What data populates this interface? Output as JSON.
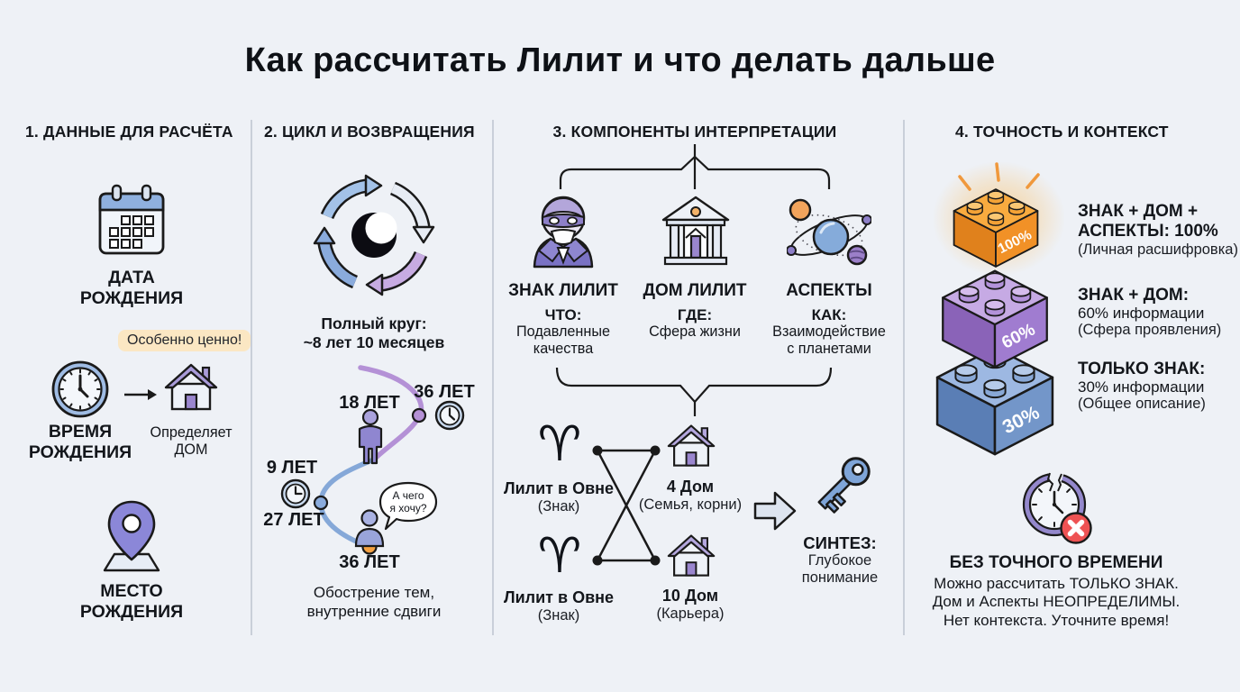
{
  "title": "Как рассчитать Лилит и что делать дальше",
  "col1": {
    "header": "1. ДАННЫЕ ДЛЯ РАСЧЁТА",
    "date_label": "ДАТА\nРОЖДЕНИЯ",
    "badge": "Особенно ценно!",
    "time_label": "ВРЕМЯ\nРОЖДЕНИЯ",
    "house_note": "Определяет\nДОМ",
    "place_label": "МЕСТО\nРОЖДЕНИЯ"
  },
  "col2": {
    "header": "2. ЦИКЛ И ВОЗВРАЩЕНИЯ",
    "cycle_caption": "Полный круг:\n~8 лет 10 месяцев",
    "ages": {
      "a18": "18 ЛЕТ",
      "a36_top": "36 ЛЕТ",
      "a9": "9 ЛЕТ",
      "a27": "27 ЛЕТ",
      "a36_bottom": "36 ЛЕТ"
    },
    "bubble": "А чего\nя хочу?",
    "footer": "Обострение тем,\nвнутренние сдвиги"
  },
  "col3": {
    "header": "3. КОМПОНЕНТЫ ИНТЕРПРЕТАЦИИ",
    "components": [
      {
        "title": "ЗНАК ЛИЛИТ",
        "question": "ЧТО:",
        "desc": "Подавленные\nкачества"
      },
      {
        "title": "ДОМ ЛИЛИТ",
        "question": "ГДЕ:",
        "desc": "Сфера жизни"
      },
      {
        "title": "АСПЕКТЫ",
        "question": "КАК:",
        "desc": "Взаимодействие\nс планетами"
      }
    ],
    "example": {
      "aries_glyph": "♈",
      "sign1": "Лилит в Овне",
      "sign1_sub": "(Знак)",
      "house1": "4 Дом",
      "house1_sub": "(Семья, корни)",
      "sign2": "Лилит в Овне",
      "sign2_sub": "(Знак)",
      "house2": "10 Дом",
      "house2_sub": "(Карьера)"
    },
    "synthesis_title": "СИНТЕЗ:",
    "synthesis_desc": "Глубокое\nпонимание"
  },
  "col4": {
    "header": "4. ТОЧНОСТЬ И КОНТЕКСТ",
    "bricks": [
      {
        "percent": "100%"
      },
      {
        "percent": "60%"
      },
      {
        "percent": "30%"
      }
    ],
    "tiers": [
      {
        "title": "ЗНАК + ДОМ +\nАСПЕКТЫ: 100%",
        "info": "",
        "sub": "(Личная расшифровка)"
      },
      {
        "title": "ЗНАК + ДОМ:",
        "info": "60% информации",
        "sub": "(Сфера проявления)"
      },
      {
        "title": "ТОЛЬКО ЗНАК:",
        "info": "30% информации",
        "sub": "(Общее описание)"
      }
    ],
    "no_time_title": "БЕЗ ТОЧНОГО ВРЕМЕНИ",
    "no_time_lines": "Можно рассчитать ТОЛЬКО ЗНАК.\nДом и Аспекты НЕОПРЕДЕЛИМЫ.\nНет контекста. Уточните время!"
  },
  "colors": {
    "background": "#eef1f6",
    "text": "#13161b",
    "accent_blue": "#8aabdc",
    "accent_purple": "#8d7fc8",
    "accent_orange": "#f5a142",
    "badge_bg": "#fbe7c3",
    "error_red": "#ee5253",
    "brick_orange": "#f19127",
    "brick_purple": "#a07cd0",
    "brick_blue": "#7396c9"
  }
}
